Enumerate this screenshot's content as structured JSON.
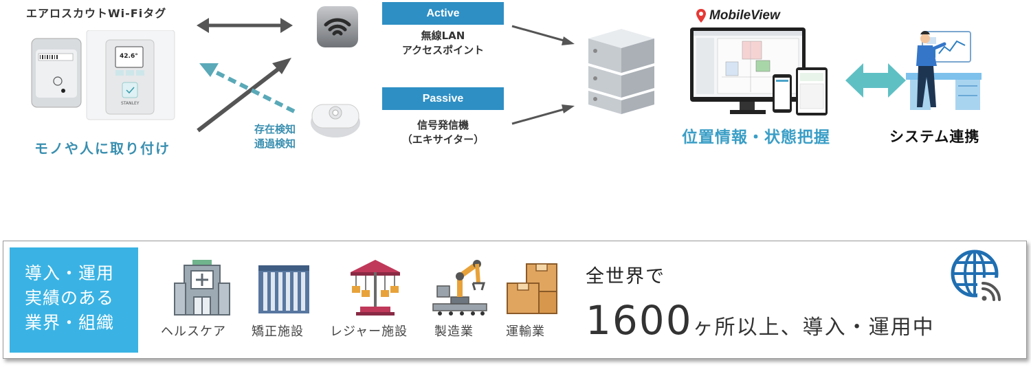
{
  "top": {
    "tag_title": "エアロスカウトWi-Fiタグ",
    "attach_label": "モノや人に取り付け",
    "detect_line1": "存在検知",
    "detect_line2": "通過検知",
    "tag_readout": "42.6°",
    "tag_brand": "STANLEY",
    "active": {
      "label": "Active",
      "desc_line1": "無線LAN",
      "desc_line2": "アクセスポイント"
    },
    "passive": {
      "label": "Passive",
      "desc_line1": "信号発信機",
      "desc_line2": "（エキサイター）"
    },
    "brand_name": "MobileView",
    "location_label": "位置情報・状態把握",
    "system_label": "システム連携"
  },
  "bottom": {
    "track_record_lines": [
      "導入・運用",
      "実績のある",
      "業界・組織"
    ],
    "industries": [
      "ヘルスケア",
      "矯正施設",
      "レジャー施設",
      "製造業",
      "運輸業"
    ],
    "worldwide_line": "全世界で",
    "count": "1600",
    "count_suffix": "ヶ所以上、導入・運用中"
  },
  "colors": {
    "accent_blue": "#2e8fc4",
    "label_blue": "#3a8fb0",
    "track_box": "#3ab3e4",
    "arrow_dark": "#555555",
    "arrow_teal": "#5aa9b8",
    "double_arrow": "#5fc0c4"
  },
  "icons": [
    "double-arrow-icon",
    "wifi-ap-icon",
    "exciter-icon",
    "server-icon",
    "location-pin-icon",
    "devices-icon",
    "operator-icon",
    "hospital-icon",
    "prison-icon",
    "carousel-icon",
    "robot-arm-icon",
    "boxes-icon",
    "globe-wifi-icon"
  ]
}
